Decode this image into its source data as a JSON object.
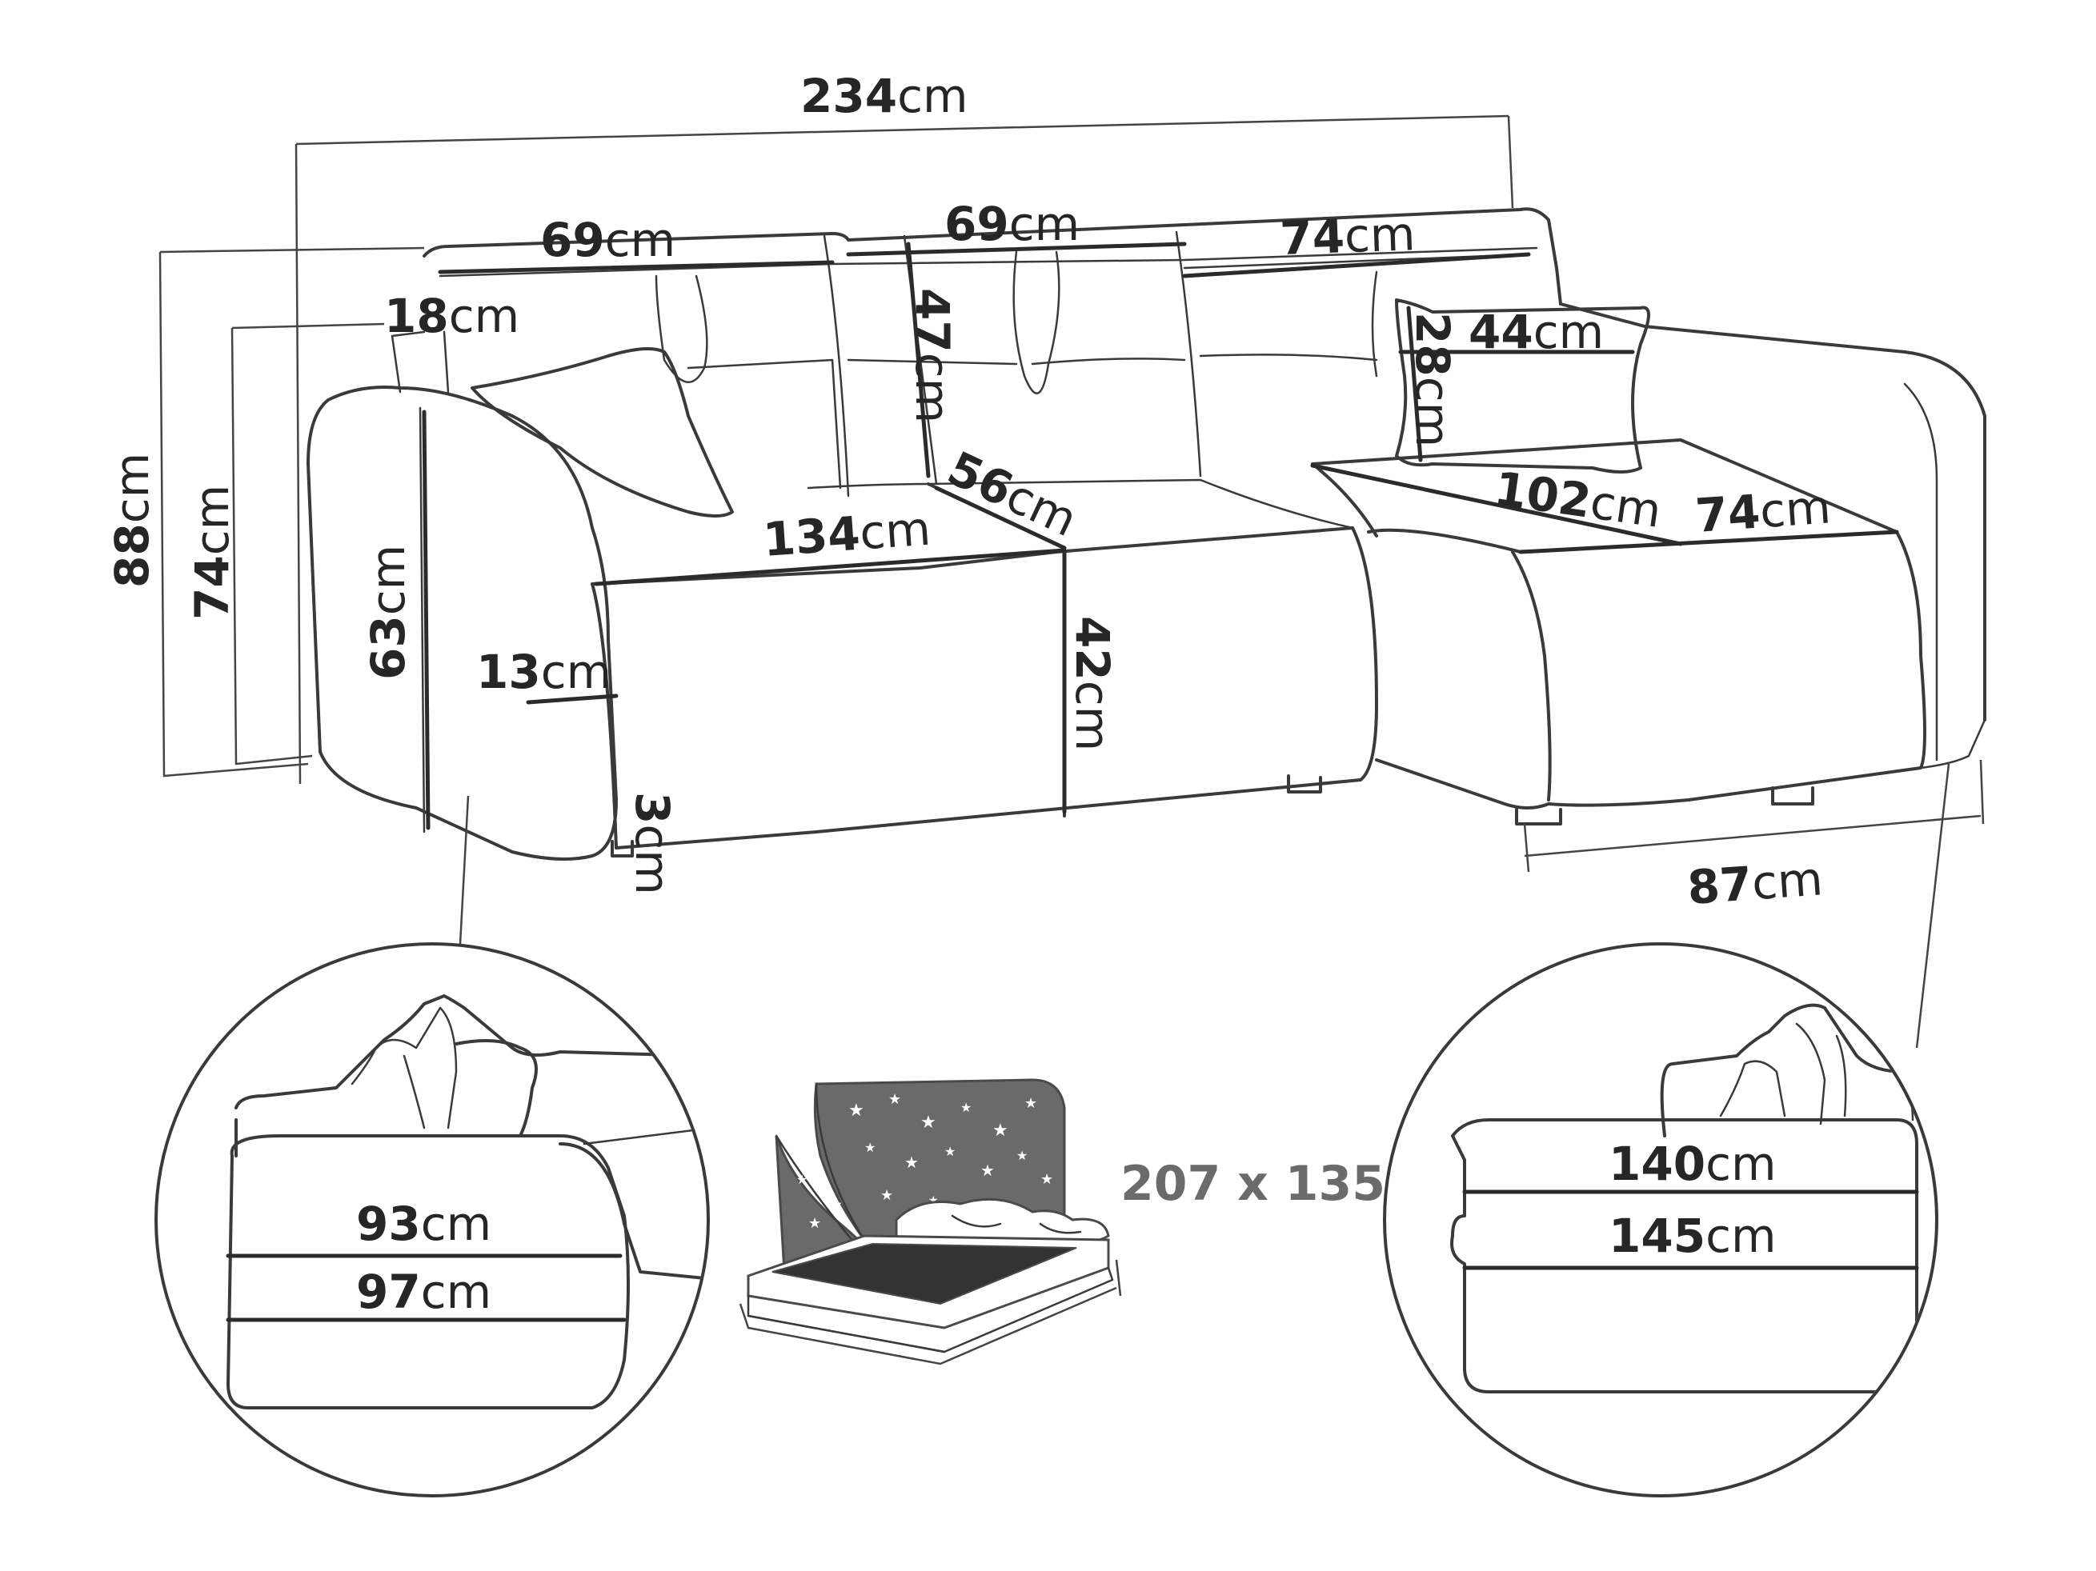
{
  "unit": "cm",
  "overall": {
    "width": "234",
    "height_total": "88",
    "height_backrest": "74",
    "armrest_height": "63",
    "armrest_depth_extra": "18",
    "armrest_width": "13",
    "leg_height": "3"
  },
  "backrest": {
    "left_section_width": "69",
    "middle_section_width": "69",
    "right_section_width": "74",
    "cushion_height": "47"
  },
  "seat": {
    "main_width": "134",
    "depth": "56",
    "height": "42",
    "chaise_length": "102",
    "chaise_seat_width": "74",
    "chaise_width": "87"
  },
  "pillow": {
    "width": "44",
    "height": "28"
  },
  "detail_left": {
    "top_width": "93",
    "bottom_width": "97"
  },
  "detail_right": {
    "top_width": "140",
    "bottom_width": "145"
  },
  "sleeping_area": "207 x 135"
}
